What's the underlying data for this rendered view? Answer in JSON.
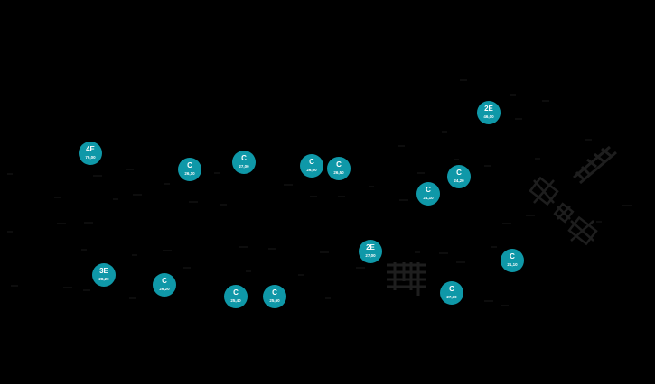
{
  "map": {
    "background": "#000000",
    "marker_color": "#0f98a8",
    "marker_text_color": "#ffffff",
    "markers": [
      {
        "code": "4E",
        "price": "79,00"
      },
      {
        "code": "C",
        "price": "26,10"
      },
      {
        "code": "C",
        "price": "27,00"
      },
      {
        "code": "C",
        "price": "26,00"
      },
      {
        "code": "C",
        "price": "26,50"
      },
      {
        "code": "2E",
        "price": "46,00"
      },
      {
        "code": "C",
        "price": "24,20"
      },
      {
        "code": "C",
        "price": "24,10"
      },
      {
        "code": "2E",
        "price": "27,00"
      },
      {
        "code": "C",
        "price": "21,10"
      },
      {
        "code": "3E",
        "price": "28,20"
      },
      {
        "code": "C",
        "price": "26,20"
      },
      {
        "code": "C",
        "price": "25,40"
      },
      {
        "code": "C",
        "price": "25,60"
      },
      {
        "code": "C",
        "price": "27,30"
      }
    ],
    "symbols": [
      "fence-symbol",
      "crossed-box-symbol",
      "railing-symbol"
    ]
  }
}
